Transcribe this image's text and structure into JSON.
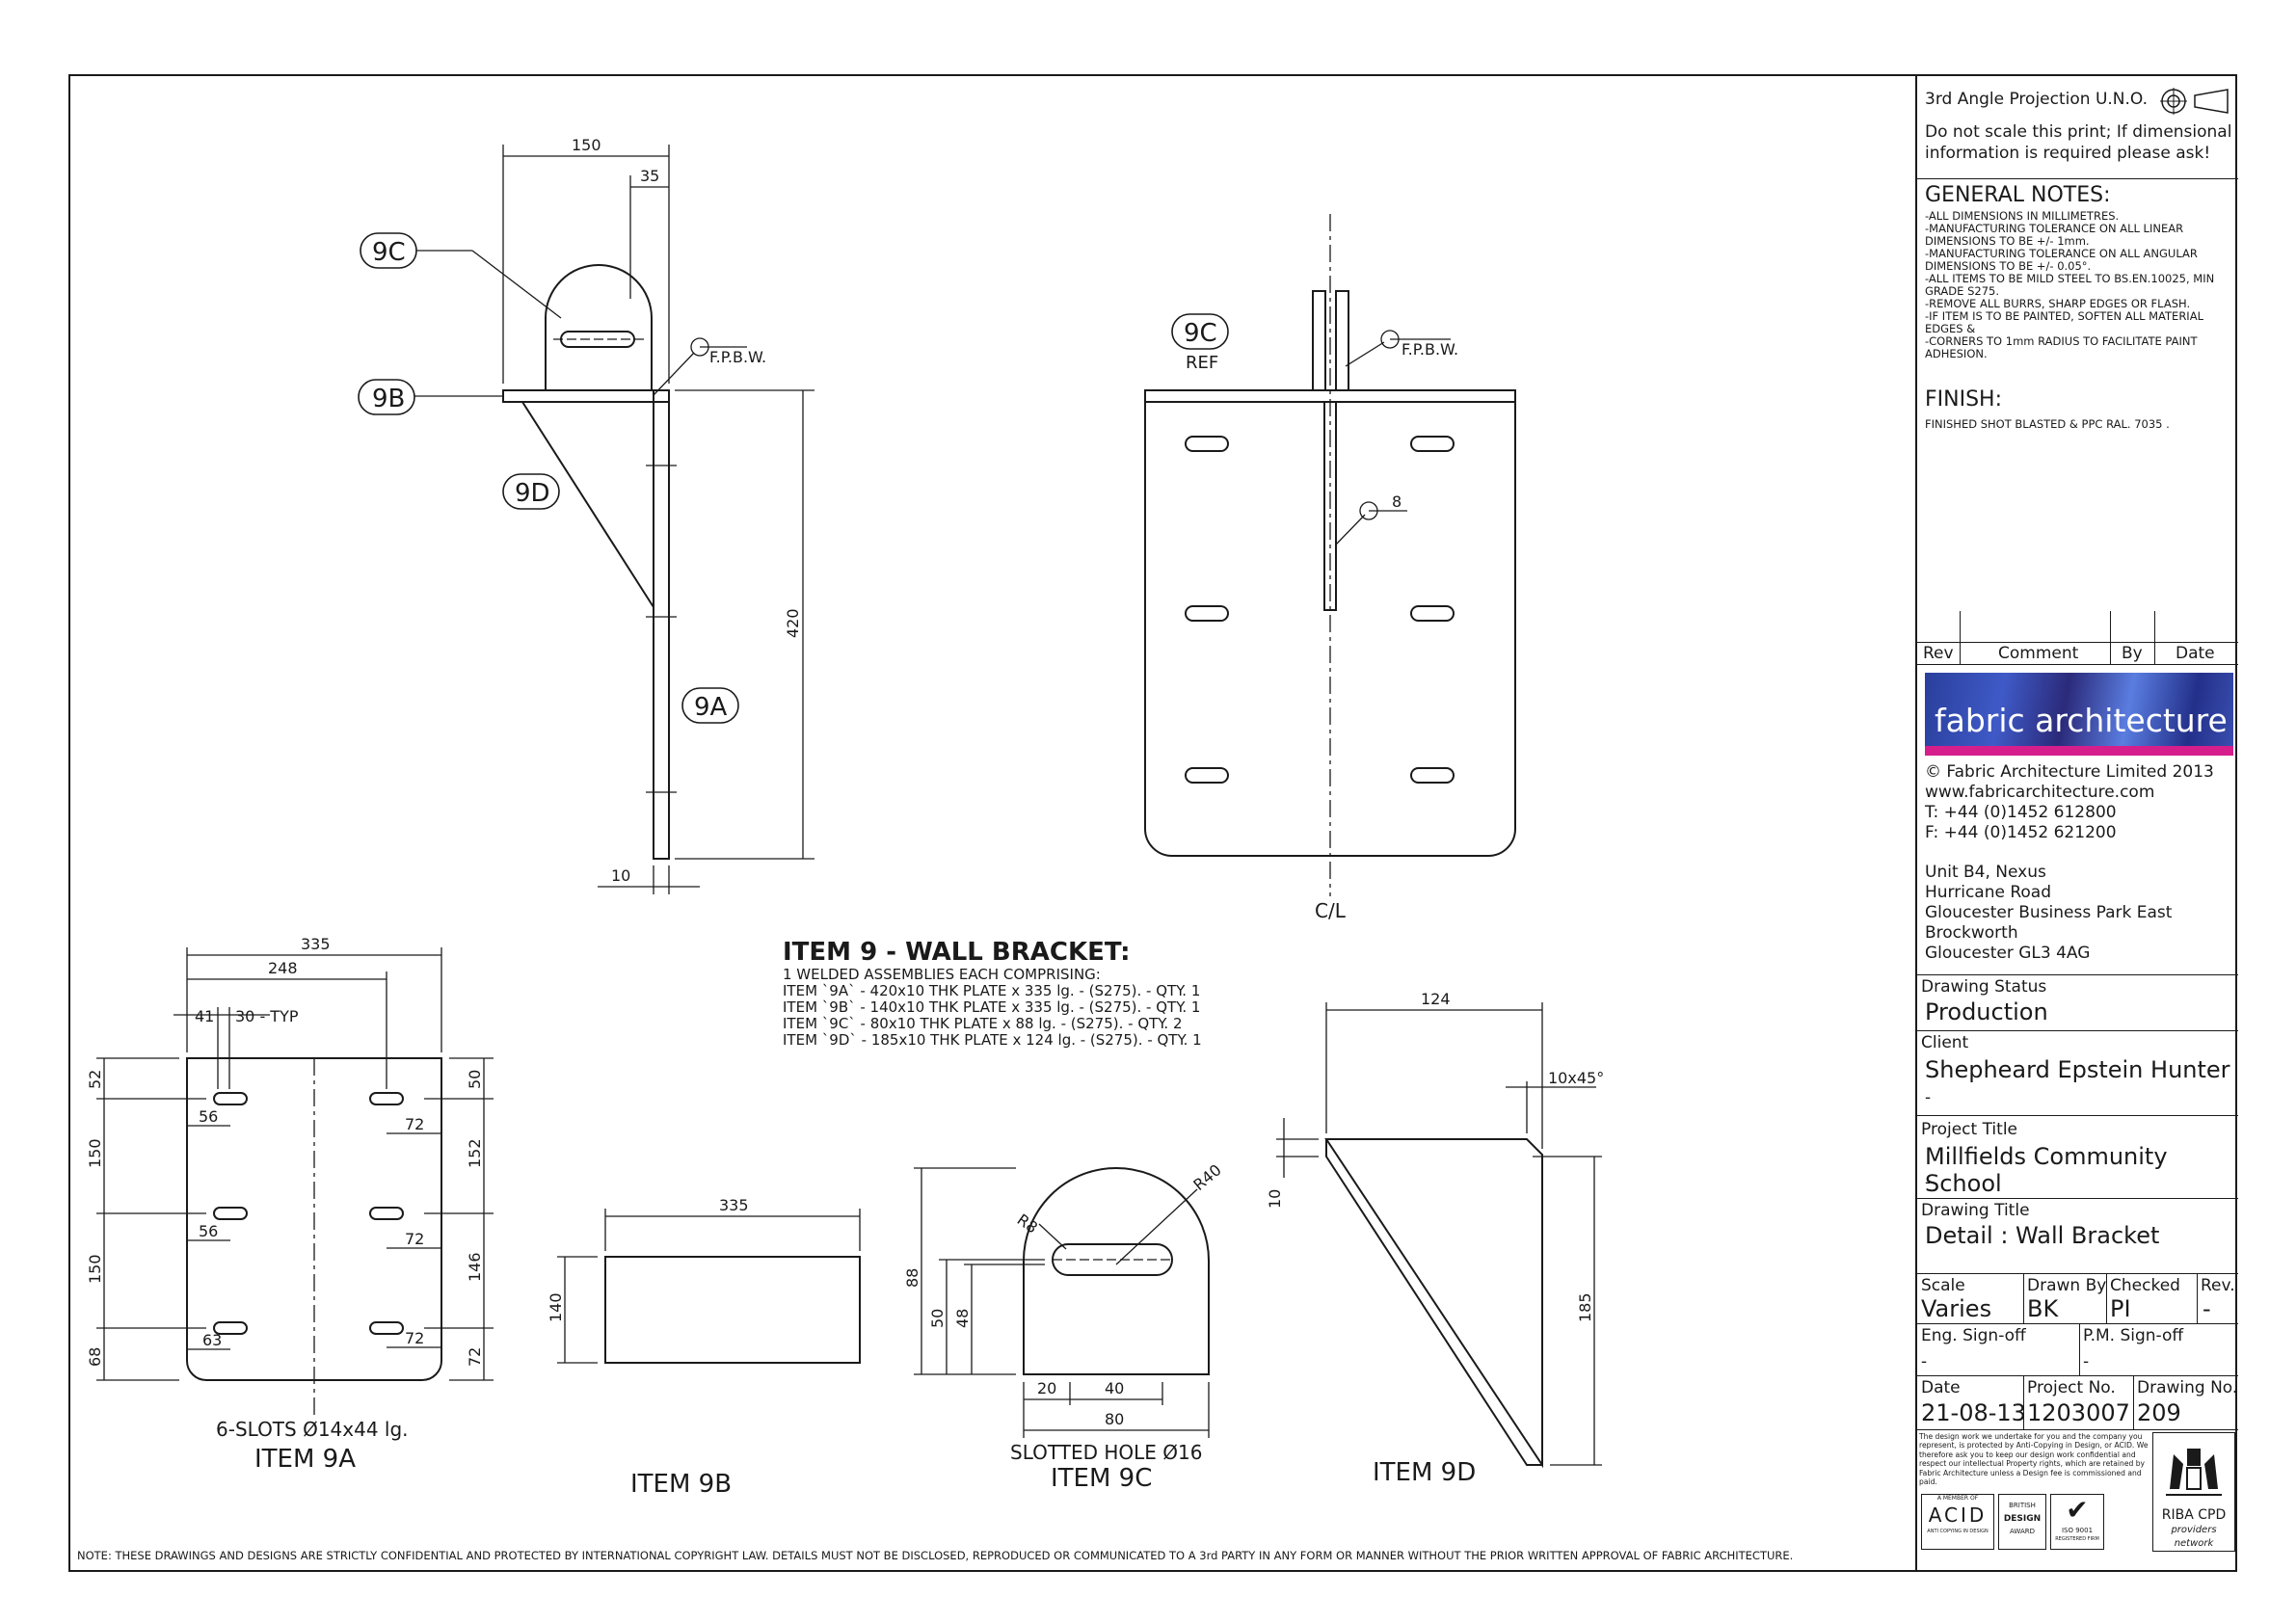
{
  "notice": "NOTE: THESE DRAWINGS AND DESIGNS ARE STRICTLY CONFIDENTIAL AND PROTECTED BY INTERNATIONAL COPYRIGHT LAW. DETAILS MUST NOT BE DISCLOSED, REPRODUCED OR COMMUNICATED TO A 3rd PARTY IN ANY FORM OR MANNER WITHOUT THE PRIOR WRITTEN APPROVAL OF FABRIC ARCHITECTURE.",
  "assembly": {
    "title": "ITEM 9 - WALL BRACKET:",
    "lines": [
      "1 WELDED ASSEMBLIES EACH COMPRISING:",
      "ITEM `9A` - 420x10 THK PLATE x 335 lg. - (S275). - QTY. 1",
      "ITEM `9B` - 140x10 THK PLATE x 335 lg. - (S275). - QTY. 1",
      "ITEM `9C` - 80x10 THK PLATE x 88 lg. - (S275). - QTY. 2",
      "ITEM `9D` - 185x10 THK PLATE x 124 lg. - (S275). - QTY. 1"
    ]
  },
  "side_view": {
    "balloons": [
      "9C",
      "9B",
      "9D",
      "9A"
    ],
    "dims": {
      "width": "150",
      "offset": "35",
      "height": "420",
      "thickness": "10"
    },
    "weld": "F.P.B.W."
  },
  "front_view": {
    "balloon": "9C",
    "balloon_sub": "REF",
    "weld": "F.P.B.W.",
    "weld_size": "8",
    "centerline": "C/L"
  },
  "item_9a": {
    "title": "ITEM 9A",
    "note": "6-SLOTS Ø14x44 lg.",
    "dims": {
      "width": "335",
      "slot_pitch": "248",
      "slot_x": "41",
      "slot_typ": "30 - TYP",
      "left_top": "52",
      "left_mid": "150",
      "left_mid2": "150",
      "left_bot": "68",
      "right_top": "50",
      "right_mid": "152",
      "right_mid2": "146",
      "right_bot": "72",
      "hole_l1": "56",
      "hole_l2": "56",
      "hole_l3": "63",
      "hole_r1": "72",
      "hole_r2": "72",
      "hole_r3": "72"
    }
  },
  "item_9b": {
    "title": "ITEM 9B",
    "dims": {
      "length": "335",
      "height": "140"
    }
  },
  "item_9c": {
    "title": "ITEM 9C",
    "note": "SLOTTED HOLE Ø16",
    "dims": {
      "r_outer": "R40",
      "r_slot": "R8",
      "height": "88",
      "h50": "50",
      "h48": "48",
      "x20": "20",
      "x40": "40",
      "width": "80"
    }
  },
  "item_9d": {
    "title": "ITEM 9D",
    "dims": {
      "width": "124",
      "chamfer": "10x45°",
      "top": "10",
      "height": "185"
    }
  },
  "title_block": {
    "projection": "3rd Angle Projection U.N.O.",
    "scale_note": "Do not scale this print; If dimensional information is required please ask!",
    "general_notes_title": "GENERAL NOTES:",
    "general_notes": [
      "-ALL DIMENSIONS IN MILLIMETRES.",
      "-MANUFACTURING TOLERANCE ON ALL LINEAR DIMENSIONS TO BE +/- 1mm.",
      "-MANUFACTURING TOLERANCE ON ALL ANGULAR DIMENSIONS TO BE +/- 0.05°.",
      "-ALL ITEMS TO BE MILD STEEL TO BS.EN.10025, MIN GRADE S275.",
      "-REMOVE ALL BURRS, SHARP EDGES OR FLASH.",
      "-IF ITEM IS TO BE PAINTED, SOFTEN ALL MATERIAL EDGES &",
      "-CORNERS TO 1mm RADIUS TO FACILITATE PAINT ADHESION."
    ],
    "finish_title": "FINISH:",
    "finish": "FINISHED SHOT BLASTED & PPC RAL. 7035 .",
    "rev_headers": {
      "rev": "Rev",
      "comment": "Comment",
      "by": "By",
      "date": "Date"
    },
    "company": {
      "logo_text": "fabric architecture",
      "copyright": "© Fabric Architecture Limited 2013",
      "website": "www.fabricarchitecture.com",
      "tel": "T: +44 (0)1452 612800",
      "fax": "F: +44 (0)1452 621200",
      "address": [
        "Unit B4, Nexus",
        "Hurricane Road",
        "Gloucester Business Park East",
        "Brockworth",
        "Gloucester GL3 4AG"
      ]
    },
    "drawing_status_label": "Drawing Status",
    "drawing_status": "Production",
    "client_label": "Client",
    "client": "Shepheard Epstein Hunter",
    "client_sub": "-",
    "project_title_label": "Project Title",
    "project_title": "Millfields Community School",
    "project_title_sub": "-",
    "drawing_title_label": "Drawing Title",
    "drawing_title": "Detail : Wall Bracket",
    "scale_label": "Scale",
    "scale": "Varies",
    "drawn_by_label": "Drawn By",
    "drawn_by": "BK",
    "checked_label": "Checked",
    "checked": "PI",
    "rev_label": "Rev.",
    "rev": "-",
    "eng_signoff_label": "Eng. Sign-off",
    "eng_signoff": "-",
    "pm_signoff_label": "P.M. Sign-off",
    "pm_signoff": "-",
    "date_label": "Date",
    "date": "21-08-13",
    "project_no_label": "Project No.",
    "project_no": "1203007",
    "drawing_no_label": "Drawing No.",
    "drawing_no": "209",
    "disclaimer": "The design work we undertake for you and the company you represent, is protected by Anti-Copying in Design, or ACID. We therefore ask you to keep our design work confidential and respect our intellectual Property rights, which are retained by Fabric Architecture unless a Design fee is commissioned and paid.",
    "badges": {
      "acid_top": "A MEMBER OF",
      "acid": "ACID",
      "acid_sub": "ANTI COPYING IN DESIGN",
      "bda_top": "BRITISH",
      "bda": "DESIGN",
      "bda_sub": "AWARD",
      "iso": "ISO 9001",
      "iso_sub": "REGISTERED FIRM",
      "riba": "RIBA CPD",
      "riba_sub": "providers network"
    }
  }
}
